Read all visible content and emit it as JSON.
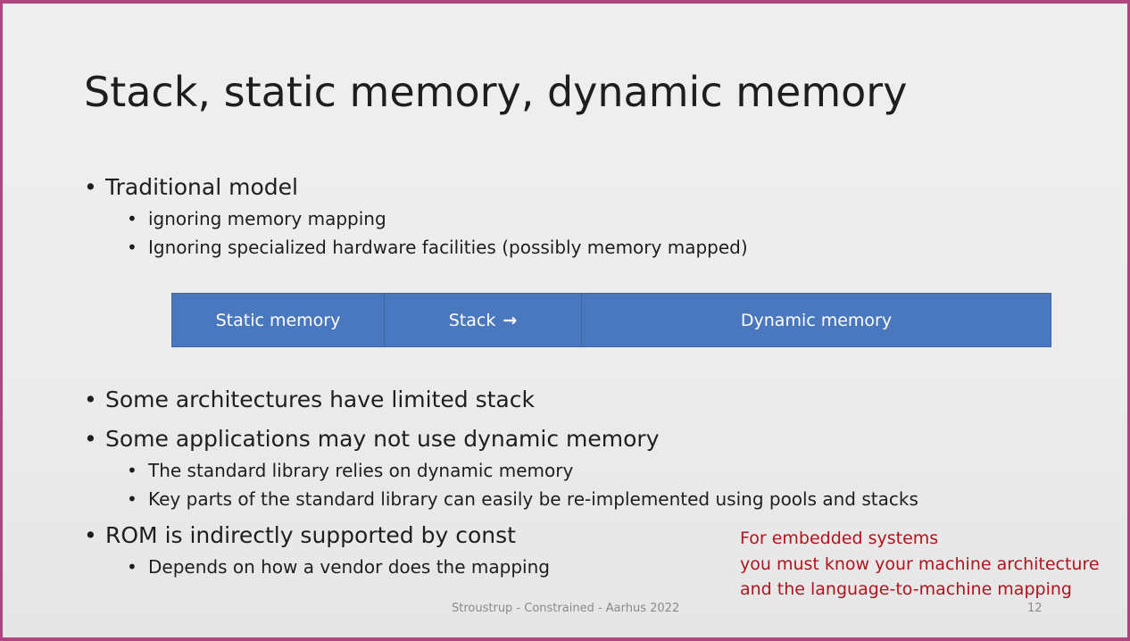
{
  "slide": {
    "title": "Stack, static memory, dynamic memory",
    "bullets_top": [
      {
        "text": "Traditional model",
        "sub": [
          "ignoring memory mapping",
          "Ignoring specialized hardware facilities (possibly memory mapped)"
        ]
      }
    ],
    "memory_bar": {
      "static": "Static memory",
      "stack": "Stack",
      "stack_arrow": "→",
      "dynamic": "Dynamic memory",
      "fill_color": "#4a78bf"
    },
    "bullets_bottom": [
      {
        "text": "Some architectures have limited stack"
      },
      {
        "text": "Some applications may not use dynamic memory",
        "sub": [
          "The standard library relies on dynamic memory",
          "Key parts of the standard library can easily be re-implemented using pools and stacks"
        ]
      },
      {
        "text": "ROM is indirectly supported by const",
        "sub": [
          "Depends on how a vendor does the mapping"
        ]
      }
    ],
    "note": [
      "For embedded systems",
      "you must know your machine architecture",
      "and the language-to-machine mapping"
    ],
    "note_color": "#b0141e",
    "footer": "Stroustrup - Constrained - Aarhus 2022",
    "page_number": "12"
  }
}
